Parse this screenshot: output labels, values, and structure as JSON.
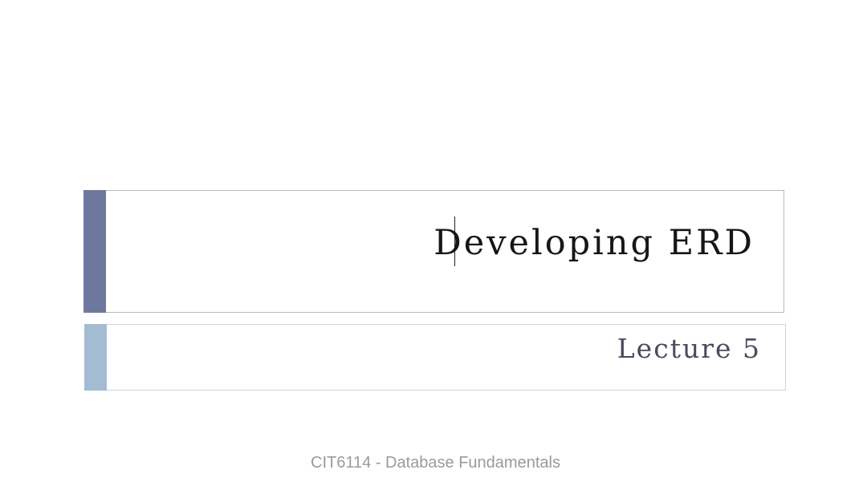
{
  "slide": {
    "title": "Developing ERD",
    "subtitle": "Lecture 5",
    "footer": "CIT6114 - Database Fundamentals"
  },
  "colors": {
    "title_accent": "#6e789e",
    "subtitle_accent": "#a3bbd3",
    "title_text": "#161616",
    "subtitle_text": "#4a4a5e",
    "footer_text": "#9a9a9a"
  }
}
